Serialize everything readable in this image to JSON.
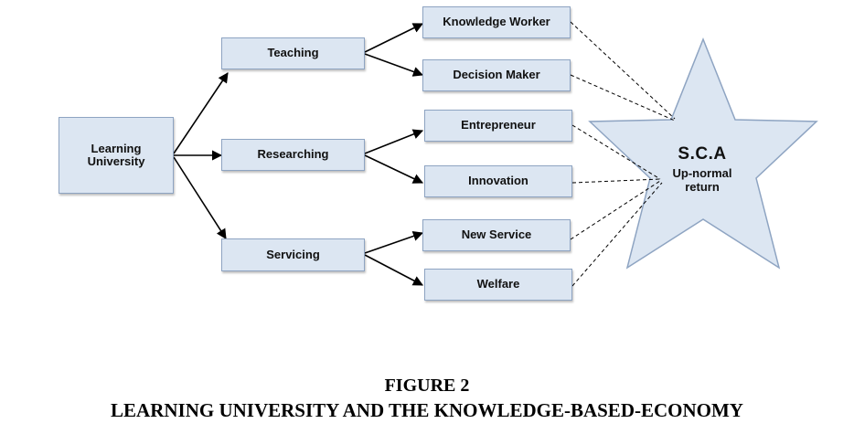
{
  "diagram": {
    "root": {
      "label_line1": "Learning",
      "label_line2": "University"
    },
    "functions": [
      {
        "id": "teaching",
        "label": "Teaching"
      },
      {
        "id": "researching",
        "label": "Researching"
      },
      {
        "id": "servicing",
        "label": "Servicing"
      }
    ],
    "outcomes": [
      {
        "id": "knowledge-worker",
        "label": "Knowledge Worker",
        "parent": "teaching"
      },
      {
        "id": "decision-maker",
        "label": "Decision Maker",
        "parent": "teaching"
      },
      {
        "id": "entrepreneur",
        "label": "Entrepreneur",
        "parent": "researching"
      },
      {
        "id": "innovation",
        "label": "Innovation",
        "parent": "researching"
      },
      {
        "id": "new-service",
        "label": "New Service",
        "parent": "servicing"
      },
      {
        "id": "welfare",
        "label": "Welfare",
        "parent": "servicing"
      }
    ],
    "target": {
      "title": "S.C.A",
      "subtitle_line1": "Up-normal",
      "subtitle_line2": "return"
    },
    "colors": {
      "box_fill": "#dce6f2",
      "box_border": "#8ea4c2",
      "arrow": "#000000"
    }
  },
  "caption": {
    "figure_number": "FIGURE 2",
    "figure_title": "LEARNING UNIVERSITY AND THE KNOWLEDGE-BASED-ECONOMY"
  }
}
